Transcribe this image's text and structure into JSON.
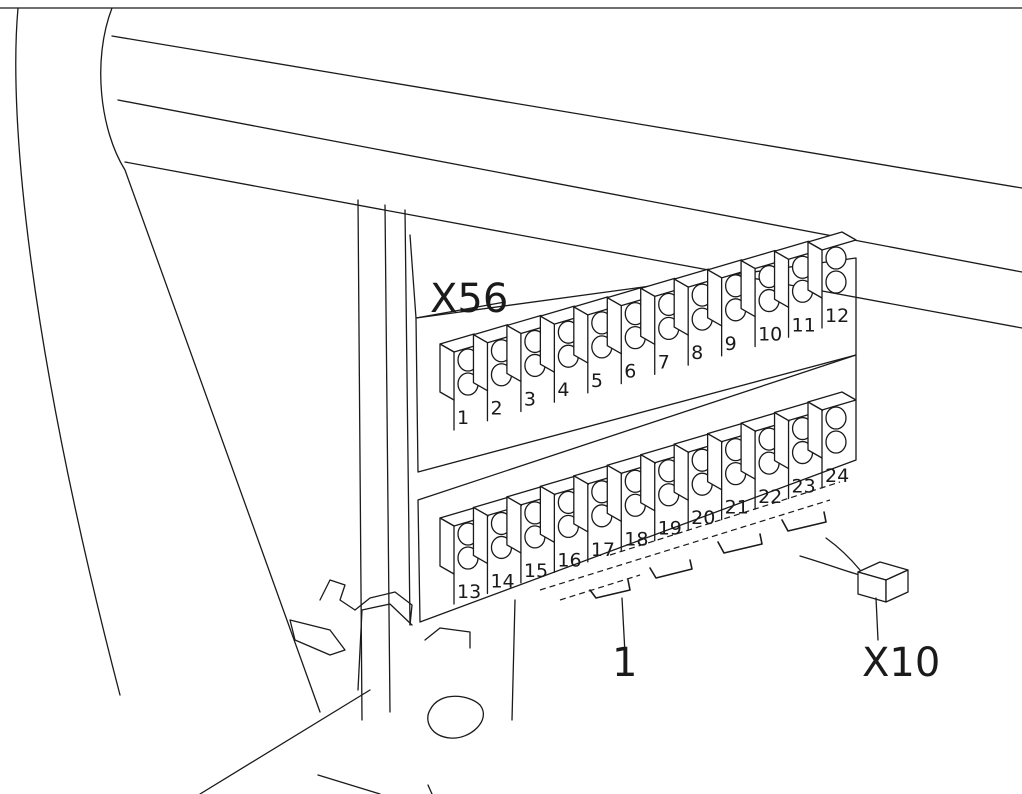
{
  "labels": {
    "upper_block": "X56",
    "callout_bridge": "1",
    "callout_connector": "X10"
  },
  "upper_terminals": [
    "1",
    "2",
    "3",
    "4",
    "5",
    "6",
    "7",
    "8",
    "9",
    "10",
    "11",
    "12"
  ],
  "lower_terminals": [
    "13",
    "14",
    "15",
    "16",
    "17",
    "18",
    "19",
    "20",
    "21",
    "22",
    "23",
    "24"
  ]
}
